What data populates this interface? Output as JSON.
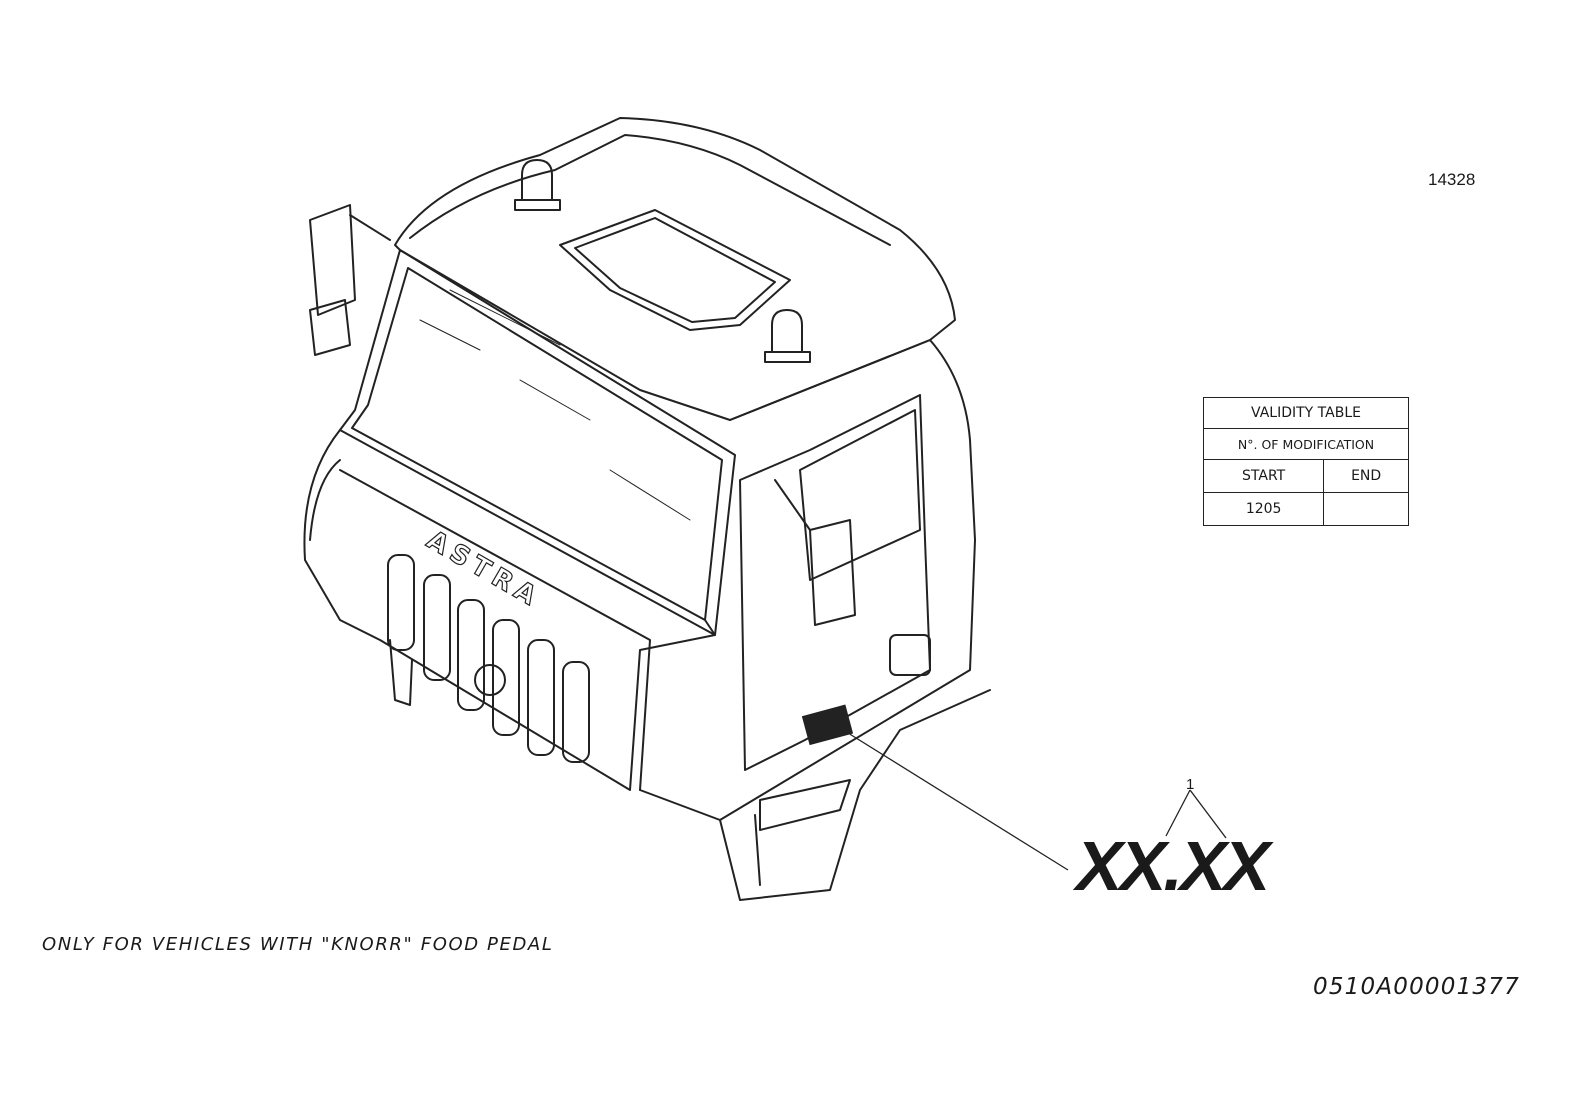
{
  "sheet_number": "14328",
  "validity_table": {
    "title": "VALIDITY TABLE",
    "subtitle": "N°. OF MODIFICATION",
    "col_start": "START",
    "col_end": "END",
    "start_value": "1205",
    "end_value": ""
  },
  "callout": {
    "number": "1",
    "part_label": "XX.XX"
  },
  "cab_brand": "ASTRA",
  "note": "ONLY FOR VEHICLES WITH \"KNORR\" FOOD PEDAL",
  "drawing_code": "0510A00001377"
}
